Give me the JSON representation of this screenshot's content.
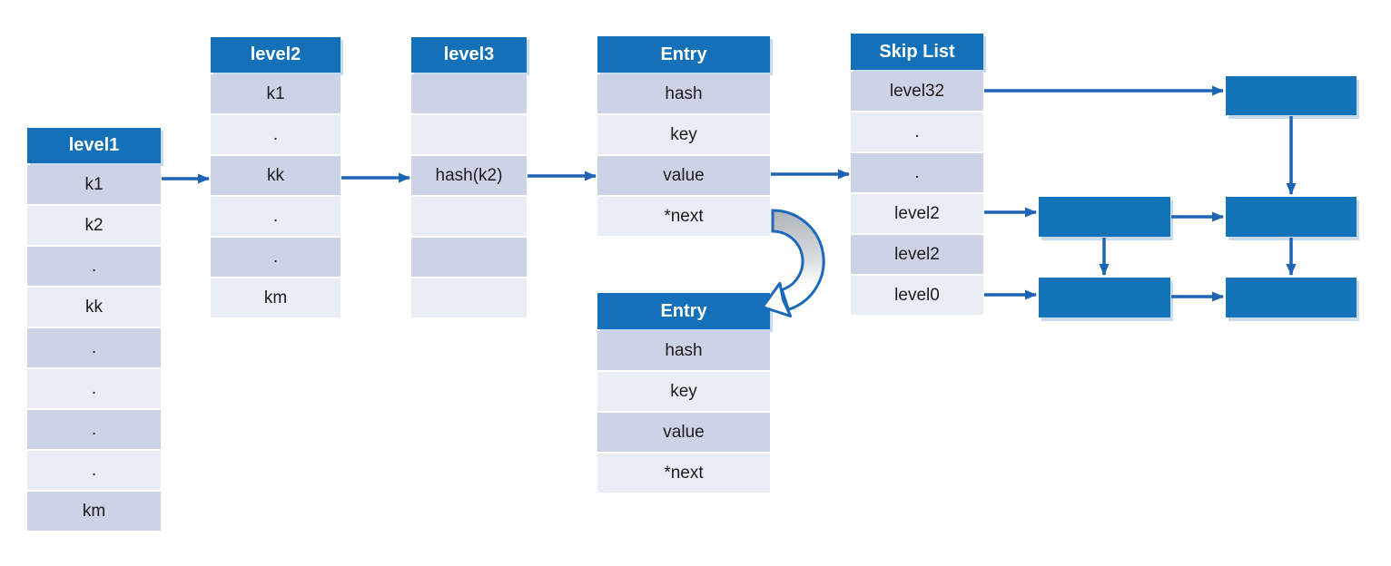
{
  "diagram": {
    "tables": {
      "level1": {
        "title": "level1",
        "rows": [
          "k1",
          "k2",
          ".",
          "kk",
          ".",
          ".",
          ".",
          ".",
          "km"
        ]
      },
      "level2": {
        "title": "level2",
        "rows": [
          "k1",
          ".",
          "kk",
          ".",
          ".",
          "km"
        ]
      },
      "level3": {
        "title": "level3",
        "rows": [
          "",
          "",
          "hash(k2)",
          "",
          "",
          ""
        ]
      },
      "entry_top": {
        "title": "Entry",
        "rows": [
          "hash",
          "key",
          "value",
          "*next"
        ]
      },
      "skip_list": {
        "title": "Skip List",
        "rows": [
          "level32",
          ".",
          ".",
          "level2",
          "level2",
          "level0"
        ]
      },
      "entry_bottom": {
        "title": "Entry",
        "rows": [
          "hash",
          "key",
          "value",
          "*next"
        ]
      }
    },
    "colors": {
      "header_blue": "#1470b8",
      "box_blue": "#1473b9",
      "arrow_blue": "#1d64b4",
      "row_dark": "#cdd3e7",
      "row_light": "#e9edf5",
      "text_dark": "#1c1c1c",
      "header_text": "#ffffff",
      "shadow": "#c8dbee",
      "curve_stroke": "#1b6abc",
      "curve_gray": "#b2b7be"
    }
  }
}
